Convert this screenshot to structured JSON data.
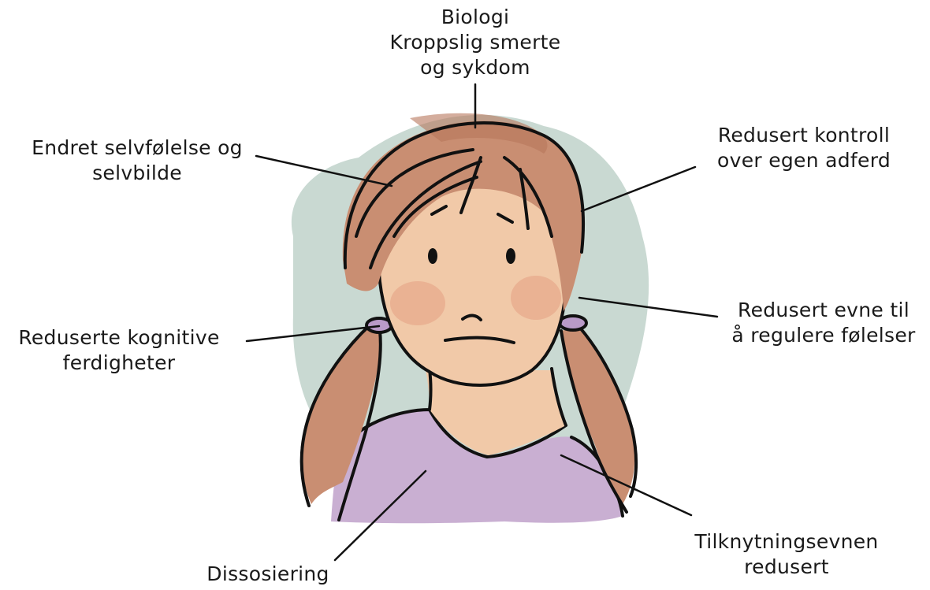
{
  "labels": {
    "biologi": {
      "lines": [
        "Biologi",
        "Kroppslig smerte",
        "og sykdom"
      ]
    },
    "selvfolelse": {
      "lines": [
        "Endret selvfølelse og",
        "selvbilde"
      ]
    },
    "kontroll": {
      "lines": [
        "Redusert kontroll",
        "over egen adferd"
      ]
    },
    "kognitive": {
      "lines": [
        "Reduserte kognitive",
        "ferdigheter"
      ]
    },
    "regulere": {
      "lines": [
        "Redusert evne til",
        "å regulere følelser"
      ]
    },
    "dissosiering": {
      "lines": [
        "Dissosiering"
      ]
    },
    "tilknytning": {
      "lines": [
        "Tilknytningsevnen",
        "redusert"
      ]
    }
  },
  "colors": {
    "background_blob": "#c9d9d2",
    "skin": "#f1c9a8",
    "skin_shade": "#e7a98c",
    "hair": "#c98e72",
    "hair_shade": "#b8765c",
    "shirt": "#c9afd2",
    "hair_tie": "#b99ac8",
    "ink": "#111111",
    "text": "#1a1a1a"
  }
}
